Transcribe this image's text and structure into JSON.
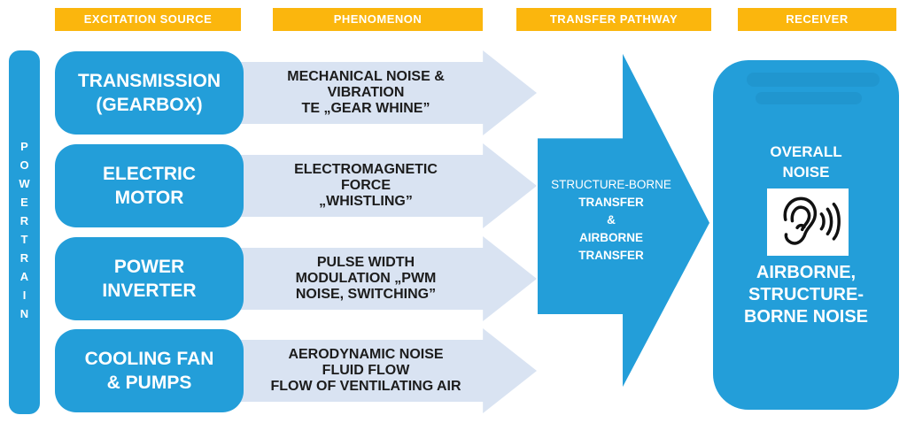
{
  "headers": [
    {
      "label": "EXCITATION SOURCE"
    },
    {
      "label": "PHENOMENON"
    },
    {
      "label": "TRANSFER PATHWAY"
    },
    {
      "label": "RECEIVER"
    }
  ],
  "powertrain": {
    "label": "POWERTRAIN"
  },
  "rows": [
    {
      "source": "TRANSMISSION\n(GEARBOX)",
      "phenomenon": "MECHANICAL NOISE &\nVIBRATION\nTE „GEAR WHINE”"
    },
    {
      "source": "ELECTRIC\nMOTOR",
      "phenomenon": "ELECTROMAGNETIC\nFORCE\n„WHISTLING”"
    },
    {
      "source": "POWER\nINVERTER",
      "phenomenon": "PULSE WIDTH\nMODULATION „PWM\nNOISE, SWITCHING”"
    },
    {
      "source": "COOLING FAN\n& PUMPS",
      "phenomenon": "AERODYNAMIC NOISE\nFLUID FLOW\nFLOW OF VENTILATING AIR"
    }
  ],
  "transfer_arrow": {
    "lines": [
      "STRUCTURE-BORNE",
      "TRANSFER",
      "&",
      "AIRBORNE",
      "TRANSFER"
    ]
  },
  "receiver": {
    "title": "OVERALL\nNOISE",
    "icon": "ear-with-sound-waves-icon",
    "subtitle": "AIRBORNE,\nSTRUCTURE-\nBORNE NOISE"
  },
  "colors": {
    "accent_blue": "#239ED9",
    "light_arrow_blue": "#D9E3F2",
    "header_yellow": "#FBB60D",
    "dark_text": "#1C1C1C",
    "white_text": "#FFFFFF"
  }
}
